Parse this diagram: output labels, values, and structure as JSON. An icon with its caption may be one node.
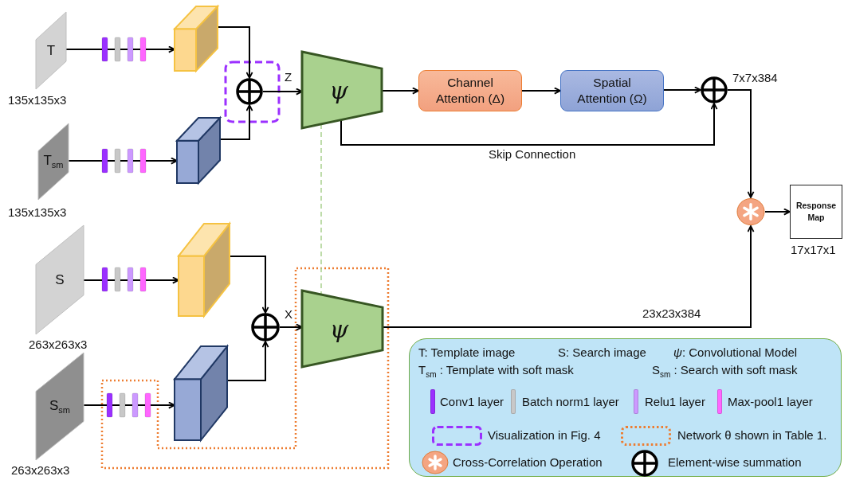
{
  "diagram": {
    "nodes": [
      {
        "text": [
          "T"
        ],
        "beside": [
          "135x135x3"
        ]
      },
      {
        "text": [],
        "shape": "box"
      },
      {
        "text": [],
        "shape": "circle"
      },
      {
        "text": [
          "T$_{sm}$"
        ],
        "beside": [
          "135x135x3"
        ]
      },
      {
        "text": [],
        "shape": "box"
      },
      {
        "text": [
          "ψ"
        ]
      },
      {
        "text": [
          "Channel Attention (Δ)"
        ]
      },
      {
        "text": [
          "Spatial Attention (Ω)"
        ]
      },
      {
        "text": [],
        "shape": "circle"
      },
      {
        "text": [],
        "shape": "circle"
      },
      {
        "text": [
          "Response Map"
        ],
        "beside": [
          "17x17x1"
        ]
      },
      {
        "text": [
          "S"
        ],
        "beside": [
          "263x263x3"
        ]
      },
      {
        "text": [],
        "shape": "box"
      },
      {
        "text": [],
        "shape": "circle"
      },
      {
        "text": [
          "S$_{sm}$"
        ],
        "beside": [
          "263x263x3"
        ]
      },
      {
        "text": [],
        "shape": "box"
      },
      {
        "text": [
          "ψ"
        ]
      }
    ],
    "edges": [
      {
        "from": 0,
        "to": 1,
        "arrow": "to"
      },
      {
        "from": 1,
        "to": 2,
        "arrow": "to"
      },
      {
        "from": 3,
        "to": 4,
        "arrow": "to"
      },
      {
        "from": 4,
        "to": 2,
        "arrow": "to"
      },
      {
        "from": 2,
        "to": 5,
        "arrow": "to",
        "label": "Z"
      },
      {
        "from": 5,
        "to": 6,
        "arrow": "to"
      },
      {
        "from": 6,
        "to": 7,
        "arrow": "to"
      },
      {
        "from": 7,
        "to": 8,
        "arrow": "to"
      },
      {
        "from": 5,
        "to": 8,
        "arrow": "to",
        "label": "Skip Connection"
      },
      {
        "from": 8,
        "to": 9,
        "arrow": "to",
        "label": "7x7x384"
      },
      {
        "from": 11,
        "to": 12,
        "arrow": "to"
      },
      {
        "from": 12,
        "to": 13,
        "arrow": "to"
      },
      {
        "from": 14,
        "to": 15,
        "arrow": "to"
      },
      {
        "from": 15,
        "to": 13,
        "arrow": "to"
      },
      {
        "from": 13,
        "to": 16,
        "arrow": "to",
        "label": "X"
      },
      {
        "from": 16,
        "to": 9,
        "arrow": "to",
        "label": "23x23x384"
      },
      {
        "from": 9,
        "to": 10,
        "arrow": "to"
      },
      {
        "from": 5,
        "to": 16,
        "arrow": "none",
        "style": "dashed",
        "color": "#a9d18e"
      }
    ],
    "labels": [
      "T: Template image",
      "S: Search image",
      "*ψ*: Convolutional Model",
      "T$_{sm}$ : Template with soft mask",
      "S$_{sm}$ : Search with soft mask"
    ],
    "legend": [
      {
        "text": "Conv1 layer",
        "color": "#9b30ff"
      },
      {
        "text": "Batch norm1 layer",
        "color": "#c8c8c8"
      },
      {
        "text": "Relu1 layer",
        "color": "#cc99ff"
      },
      {
        "text": "Max-pool1 layer",
        "color": "#ff66ff"
      },
      {
        "text": "Visualization in Fig. 4"
      },
      {
        "text": "Network θ shown in Table 1."
      },
      {
        "text": "Cross-Correlation Operation"
      },
      {
        "text": "Element-wise summation"
      }
    ]
  }
}
